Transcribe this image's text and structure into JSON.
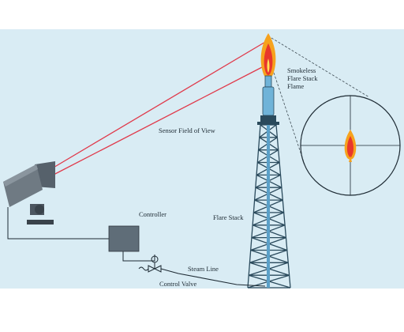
{
  "colors": {
    "panel": "#d9ecf4",
    "steel": "#2a4a5c",
    "pipe": "#5aa0c8",
    "sensor": "#6f7a83",
    "controller": "#5f6d78",
    "laser": "#e0394a",
    "flame_outer": "#f6a21d",
    "flame_inner": "#e8372c",
    "flame_core": "#ffe15a"
  },
  "labels": {
    "flame": [
      "Smokeless",
      "Flare Stack",
      "Flame"
    ],
    "sensor_fov": "Sensor Field of View",
    "controller": "Controller",
    "flare_stack": "Flare Stack",
    "steam_line": "Steam Line",
    "control_valve": "Control Valve"
  },
  "icons": {
    "sensor": "thermal-camera-icon",
    "valve": "control-valve-icon"
  }
}
